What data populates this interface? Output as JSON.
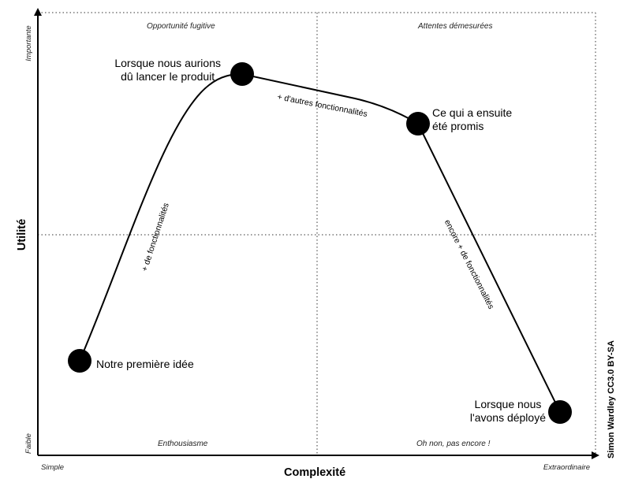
{
  "axes": {
    "x_title": "Complexité",
    "y_title": "Utilité",
    "x_low": "Simple",
    "x_high": "Extraordinaire",
    "y_low": "Faible",
    "y_high": "Importante"
  },
  "quadrants": {
    "top_left": "Opportunité fugitive",
    "top_right": "Attentes démesurées",
    "bottom_left": "Enthousiasme",
    "bottom_right": "Oh non, pas encore !"
  },
  "points": [
    {
      "id": "first-idea",
      "label": "Notre première idée"
    },
    {
      "id": "should-have-launched",
      "label": "Lorsque nous aurions\ndû lancer le produit"
    },
    {
      "id": "then-promised",
      "label": "Ce qui a ensuite\nété promis"
    },
    {
      "id": "deployed",
      "label": "Lorsque nous\nl'avons déployé"
    }
  ],
  "segments": {
    "first": "+ de fonctionnalités",
    "second": "+ d'autres fonctionnalités",
    "third": "encore + de fonctionnalités"
  },
  "credit": "Simon Wardley CC3.0 BY-SA",
  "colors": {
    "ink": "#000000",
    "grid": "#333333"
  }
}
